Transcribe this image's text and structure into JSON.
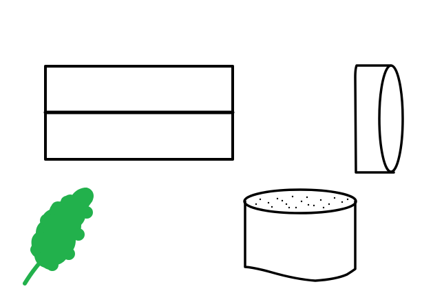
{
  "colors": {
    "background": "#ffffff",
    "stroke": "#000000",
    "leaf": "#22b14c"
  },
  "shapes": [
    {
      "name": "rectangle-shape",
      "type": "rectangle",
      "divided": true
    },
    {
      "name": "cylinder-sideways-shape",
      "type": "cylinder",
      "orientation": "horizontal"
    },
    {
      "name": "cylinder-upright-shape",
      "type": "cylinder",
      "orientation": "vertical",
      "top_texture": "dotted"
    },
    {
      "name": "leaf-sprig-shape",
      "type": "leaf",
      "filled": true
    }
  ]
}
